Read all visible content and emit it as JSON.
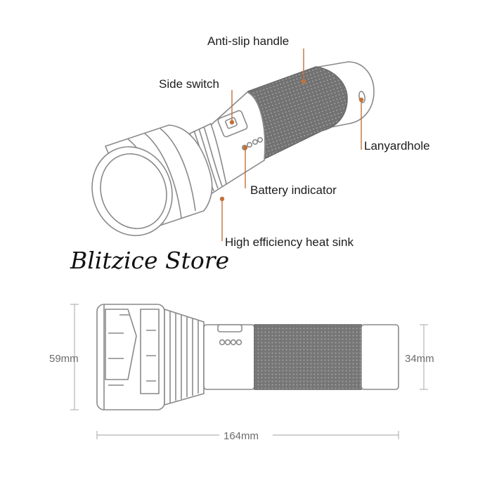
{
  "diagram": {
    "callouts": {
      "anti_slip_handle": "Anti-slip handle",
      "side_switch": "Side switch",
      "lanyard_hole": "Lanyardhole",
      "battery_indicator": "Battery indicator",
      "heat_sink": "High efficiency heat sink"
    },
    "watermark": "Blitzice Store",
    "dimensions": {
      "head_diameter": "59mm",
      "tail_diameter": "34mm",
      "length": "164mm"
    },
    "colors": {
      "outline": "#8a8a8a",
      "handle_dark": "#6e6e6e",
      "handle_light": "#9a9a9a",
      "callout_line": "#c2703a",
      "callout_dot": "#c2703a",
      "dimension_line": "#b5b5b5",
      "text": "#1c1c1c"
    }
  }
}
